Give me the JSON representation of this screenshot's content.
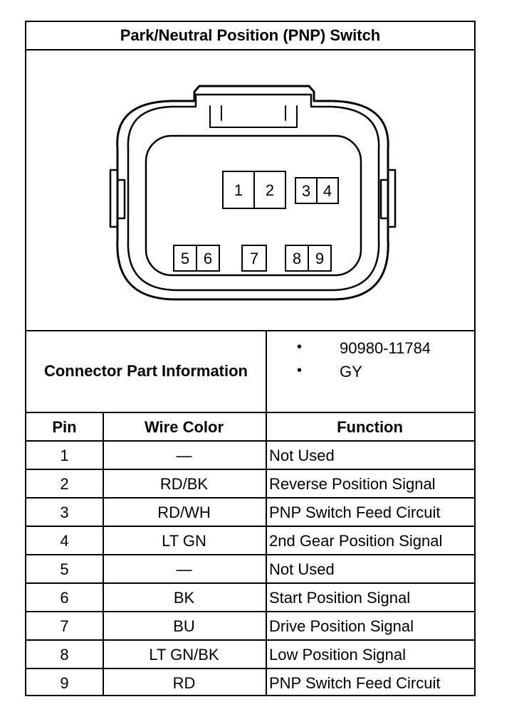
{
  "title": "Park/Neutral Position (PNP) Switch",
  "connector_info": {
    "label": "Connector Part Information",
    "items": [
      {
        "bullet": "•",
        "text": "90980-11784"
      },
      {
        "bullet": "•",
        "text": "GY"
      }
    ]
  },
  "connector_drawing": {
    "pin_labels": [
      "1",
      "2",
      "3",
      "4",
      "5",
      "6",
      "7",
      "8",
      "9"
    ]
  },
  "table": {
    "headers": [
      "Pin",
      "Wire Color",
      "Function"
    ],
    "rows": [
      [
        "1",
        "—",
        "Not Used"
      ],
      [
        "2",
        "RD/BK",
        "Reverse Position Signal"
      ],
      [
        "3",
        "RD/WH",
        "PNP Switch Feed Circuit"
      ],
      [
        "4",
        "LT GN",
        "2nd Gear Position Signal"
      ],
      [
        "5",
        "—",
        "Not Used"
      ],
      [
        "6",
        "BK",
        "Start Position Signal"
      ],
      [
        "7",
        "BU",
        "Drive Position Signal"
      ],
      [
        "8",
        "LT GN/BK",
        "Low Position Signal"
      ],
      [
        "9",
        "RD",
        "PNP Switch Feed Circuit"
      ]
    ]
  }
}
